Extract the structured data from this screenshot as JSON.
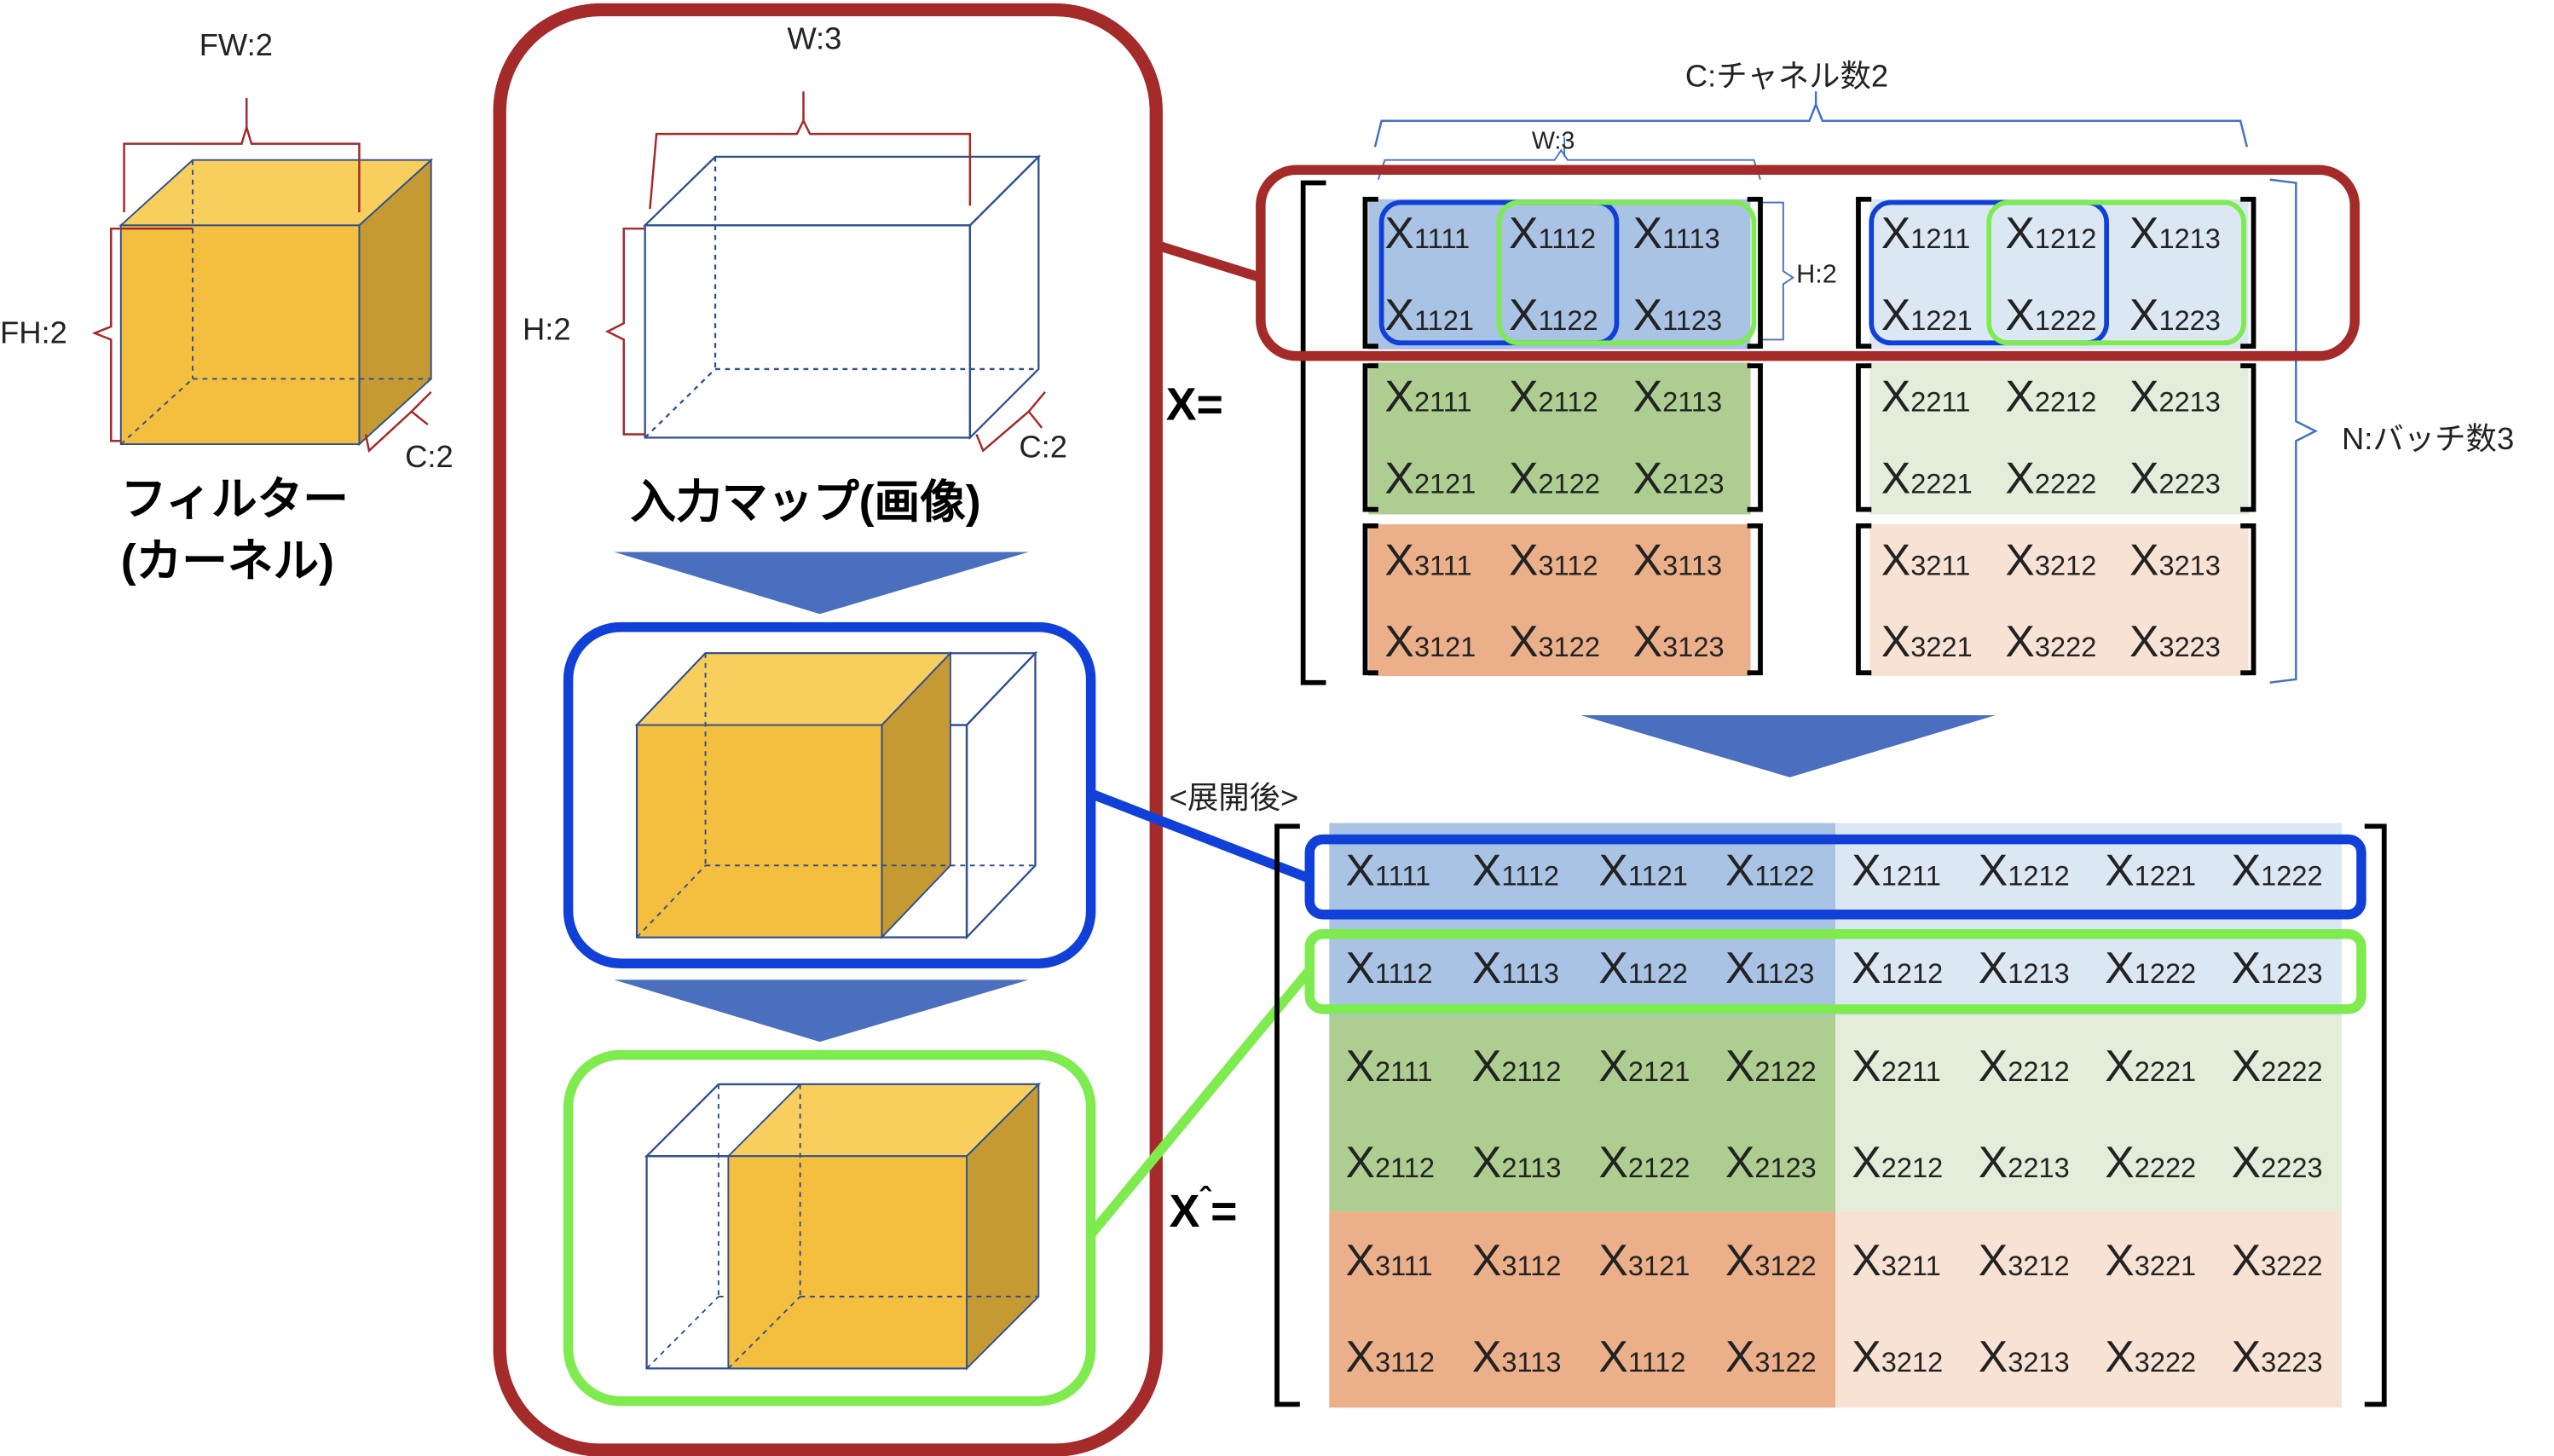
{
  "filter": {
    "fw_label": "FW:2",
    "fh_label": "FH:2",
    "c_label": "C:2",
    "title_line1": "フィルター",
    "title_line2": "(カーネル)"
  },
  "input_map": {
    "w_label": "W:3",
    "h_label": "H:2",
    "c_label": "C:2",
    "title": "入力マップ(画像)"
  },
  "matrix_x": {
    "channel_label": "C:チャネル数2",
    "w_label": "W:3",
    "h_label": "H:2",
    "batch_label": "N:バッチ数3",
    "name": "X=",
    "blocks": [
      {
        "channel": 1,
        "rows": [
          [
            "1111",
            "1112",
            "1113"
          ],
          [
            "1121",
            "1122",
            "1123"
          ],
          [
            "2111",
            "2112",
            "2113"
          ],
          [
            "2121",
            "2122",
            "2123"
          ],
          [
            "3111",
            "3112",
            "3113"
          ],
          [
            "3121",
            "3122",
            "3123"
          ]
        ]
      },
      {
        "channel": 2,
        "rows": [
          [
            "1211",
            "1212",
            "1213"
          ],
          [
            "1221",
            "1222",
            "1223"
          ],
          [
            "2211",
            "2212",
            "2213"
          ],
          [
            "2221",
            "2222",
            "2223"
          ],
          [
            "3211",
            "3212",
            "3213"
          ],
          [
            "3221",
            "3222",
            "3223"
          ]
        ]
      }
    ]
  },
  "expanded": {
    "caption": "<展開後>",
    "name_main": "X",
    "name_hat": "ˆ",
    "name_eq": "=",
    "rows": [
      [
        "1111",
        "1112",
        "1121",
        "1122",
        "1211",
        "1212",
        "1221",
        "1222"
      ],
      [
        "1112",
        "1113",
        "1122",
        "1123",
        "1212",
        "1213",
        "1222",
        "1223"
      ],
      [
        "2111",
        "2112",
        "2121",
        "2122",
        "2211",
        "2212",
        "2221",
        "2222"
      ],
      [
        "2112",
        "2113",
        "2122",
        "2123",
        "2212",
        "2213",
        "2222",
        "2223"
      ],
      [
        "3111",
        "3112",
        "3121",
        "3122",
        "3211",
        "3212",
        "3221",
        "3222"
      ],
      [
        "3112",
        "3113",
        "1112",
        "3122",
        "3212",
        "3213",
        "3222",
        "3223"
      ]
    ]
  },
  "colors": {
    "dark_red": "#A52A2A",
    "blue_frame": "#1040D8",
    "green_frame": "#7EEB4E",
    "cube_front": "#F4BE3E",
    "cube_top": "#F8CF5C",
    "cube_side": "#C59A33",
    "wire_blue": "#2F4F8F",
    "arrow_blue": "#4A6FBE",
    "bg_blue_dark": "#A9C3E5",
    "bg_blue_light": "#DCE7F4",
    "bg_green_dark": "#ADCE90",
    "bg_green_light": "#E3EDD9",
    "bg_orange_dark": "#EBB08A",
    "bg_orange_light": "#F8E2D4"
  }
}
